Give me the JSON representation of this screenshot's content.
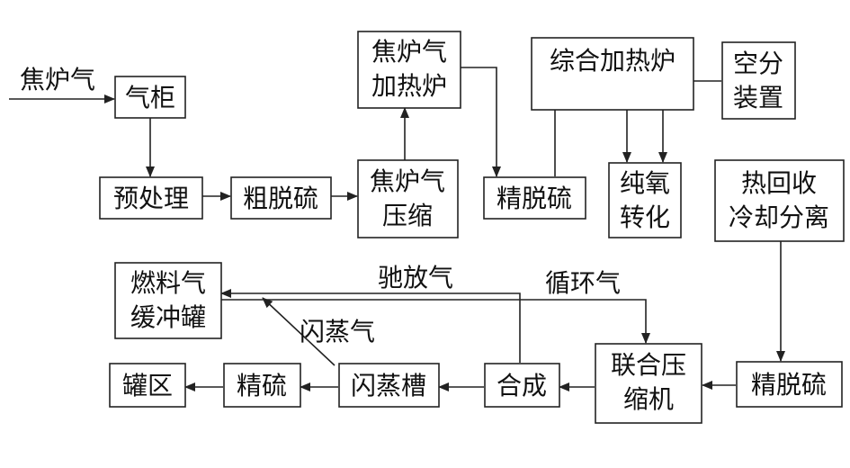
{
  "diagram": {
    "nodes": {
      "gas_holder": "气柜",
      "pretreat": "预处理",
      "coarse_desulf": "粗脱硫",
      "coke_compress": [
        "焦炉气",
        "压缩"
      ],
      "coke_heater": [
        "焦炉气",
        "加热炉"
      ],
      "fine_desulf_1": "精脱硫",
      "combo_heater": "综合加热炉",
      "air_sep": [
        "空分",
        "装置"
      ],
      "oxy_reform": [
        "纯氧",
        "转化"
      ],
      "heat_recovery": [
        "热回收",
        "冷却分离"
      ],
      "fuel_buffer": [
        "燃料气",
        "缓冲罐"
      ],
      "joint_compressor": [
        "联合压",
        "缩机"
      ],
      "fine_desulf_2": "精脱硫",
      "tank_area": "罐区",
      "refined_sulfur": "精硫",
      "flash_tank": "闪蒸槽",
      "synthesis": "合成"
    },
    "labels": {
      "coke_gas_in": "焦炉气",
      "purge_gas": "驰放气",
      "recycle_gas": "循环气",
      "flash_gas": "闪蒸气"
    }
  }
}
